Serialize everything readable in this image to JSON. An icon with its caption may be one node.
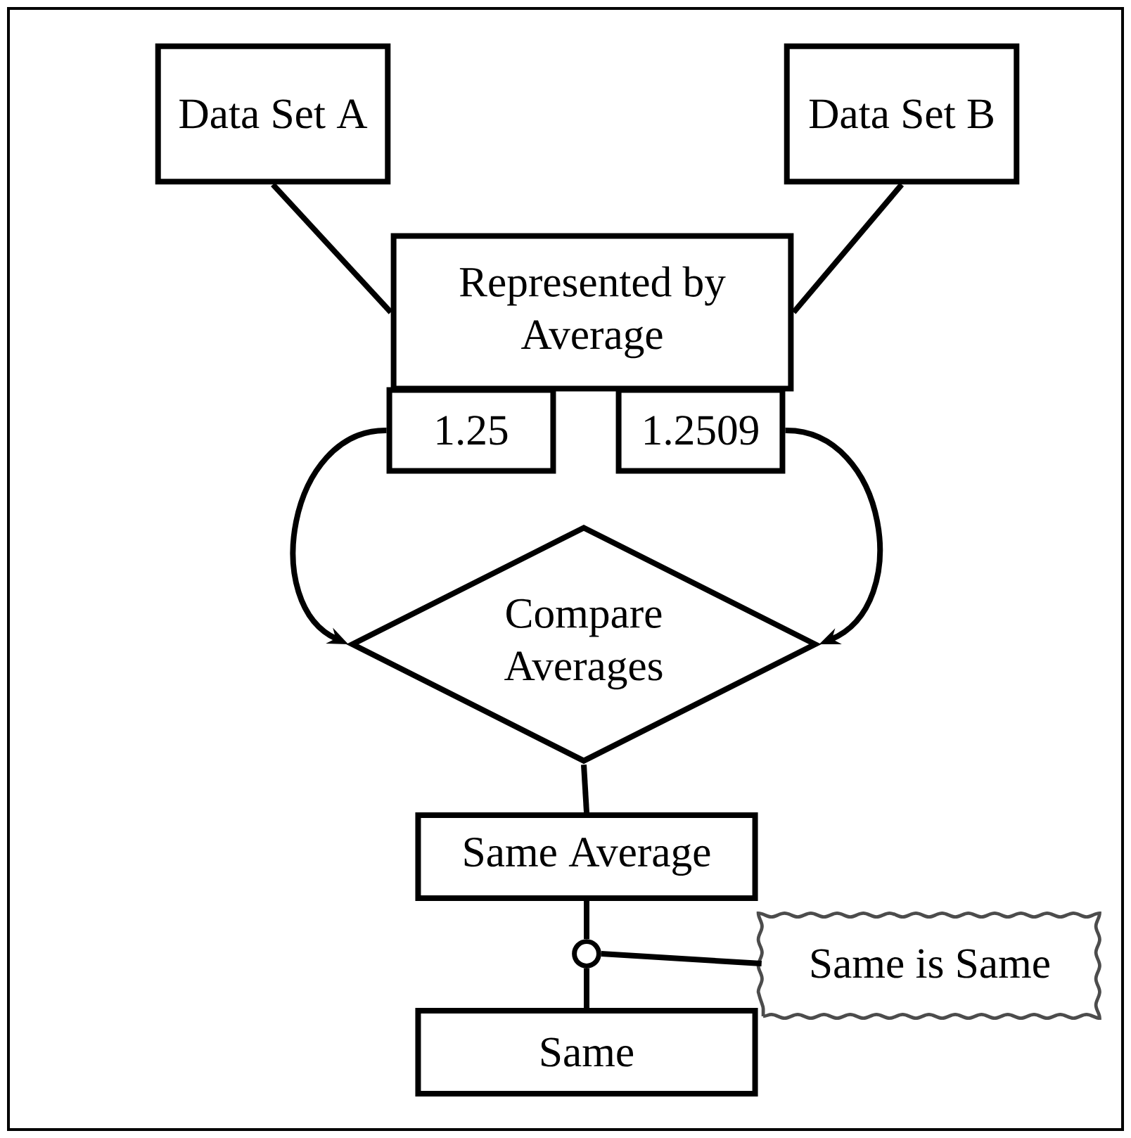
{
  "diagram": {
    "nodes": [
      {
        "text": [
          "Data Set A"
        ]
      },
      {
        "text": [
          "Data Set B"
        ]
      },
      {
        "text": [
          "Represented by Average"
        ]
      },
      {
        "text": [
          "1.25"
        ]
      },
      {
        "text": [
          "1.2509"
        ]
      },
      {
        "text": [
          "Compare Averages"
        ]
      },
      {
        "text": [
          "Same Average"
        ]
      },
      {
        "text": [],
        "shape": "circle"
      },
      {
        "text": [
          "Same is Same"
        ]
      },
      {
        "text": [
          "Same"
        ]
      }
    ],
    "edges": [
      {
        "from": 0,
        "to": 2,
        "arrow": "none"
      },
      {
        "from": 1,
        "to": 2,
        "arrow": "none"
      },
      {
        "from": 3,
        "to": 5,
        "arrow": "to"
      },
      {
        "from": 4,
        "to": 5,
        "arrow": "to"
      },
      {
        "from": 5,
        "to": 6,
        "arrow": "none"
      },
      {
        "from": 6,
        "to": 7,
        "arrow": "none"
      },
      {
        "from": 7,
        "to": 9,
        "arrow": "none"
      },
      {
        "from": 7,
        "to": 8,
        "arrow": "none"
      }
    ]
  }
}
